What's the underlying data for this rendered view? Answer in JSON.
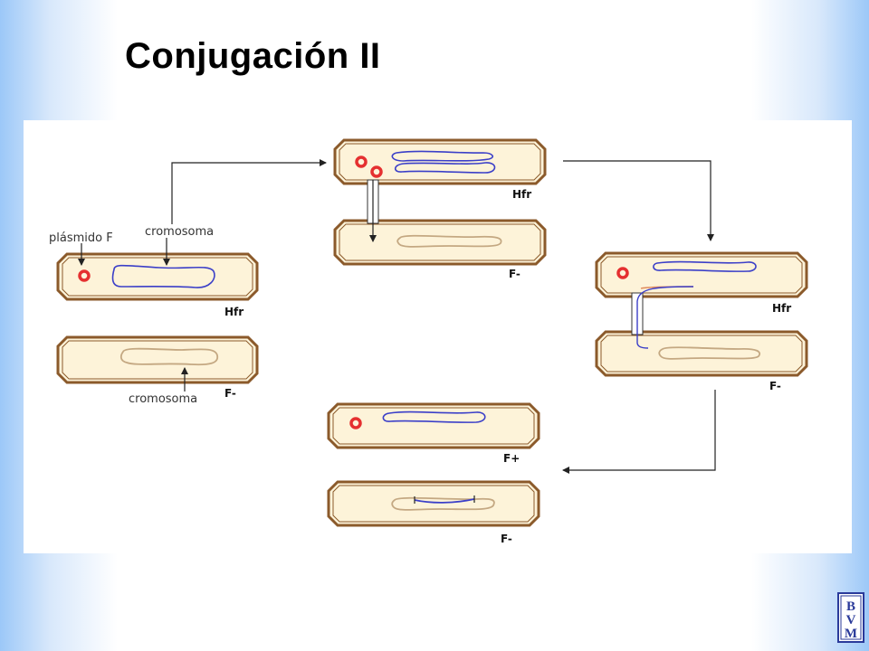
{
  "slide": {
    "title": "Conjugación II"
  },
  "labels": {
    "plasmid": "plásmido F",
    "chromosome_top": "cromosoma",
    "chromosome_bottom": "cromosoma"
  },
  "cell_tags": {
    "left_donor": "Hfr",
    "left_recipient": "F-",
    "top_donor": "Hfr",
    "top_recipient": "F-",
    "right_donor": "Hfr",
    "right_recipient": "F-",
    "result_donor": "F+",
    "result_recipient": "F-"
  },
  "logo": {
    "letters": [
      "B",
      "V",
      "M"
    ]
  },
  "colors": {
    "cell_fill": "#fdf3d9",
    "cell_border": "#8b5a2b",
    "dna_donor": "#3b3fc8",
    "dna_recipient": "#c4a882",
    "plasmid": "#e53030",
    "logo": "#2a3a9a"
  }
}
